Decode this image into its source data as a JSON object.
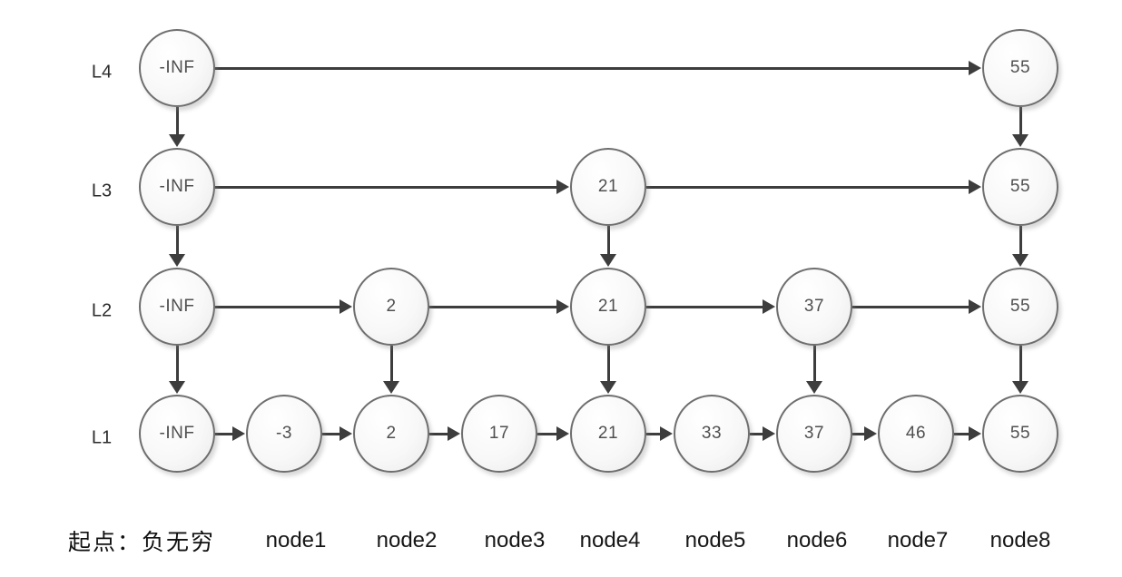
{
  "diagram": {
    "type": "skip-list",
    "levels": [
      {
        "label": "L4",
        "values": [
          "-INF",
          "55"
        ]
      },
      {
        "label": "L3",
        "values": [
          "-INF",
          "21",
          "55"
        ]
      },
      {
        "label": "L2",
        "values": [
          "-INF",
          "2",
          "21",
          "37",
          "55"
        ]
      },
      {
        "label": "L1",
        "values": [
          "-INF",
          "-3",
          "2",
          "17",
          "21",
          "33",
          "37",
          "46",
          "55"
        ]
      }
    ],
    "column_order": [
      "-INF",
      "-3",
      "2",
      "17",
      "21",
      "33",
      "37",
      "46",
      "55"
    ],
    "footer": {
      "start_label": "起点：负无穷",
      "node_labels": [
        "node1",
        "node2",
        "node3",
        "node4",
        "node5",
        "node6",
        "node7",
        "node8"
      ]
    },
    "colors": {
      "node_fill": "#f5f5f5",
      "node_border": "#6e6e6e",
      "node_text": "#4f4f4f",
      "arrow": "#3d3d3d",
      "footer_text": "#161616",
      "background": "#ffffff"
    }
  }
}
